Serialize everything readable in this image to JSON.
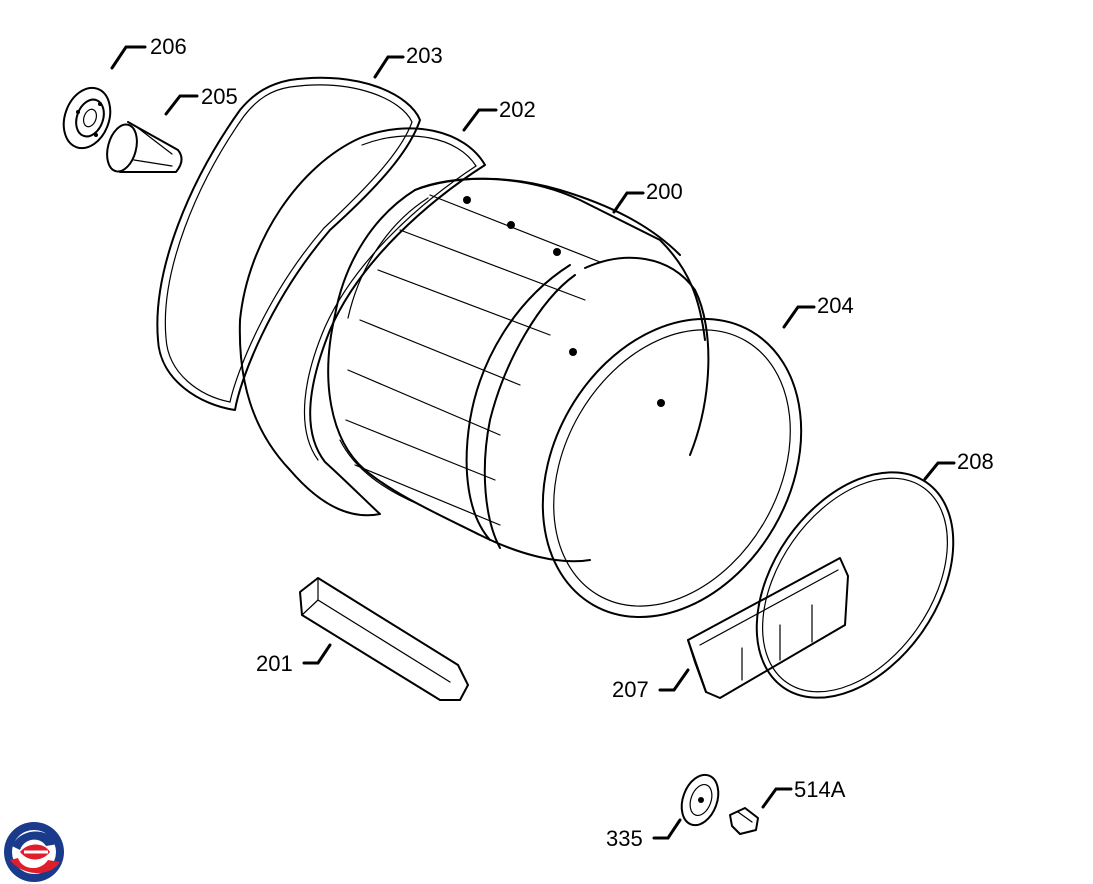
{
  "callouts": {
    "c206": "206",
    "c205": "205",
    "c203": "203",
    "c202": "202",
    "c200": "200",
    "c204": "204",
    "c208": "208",
    "c201": "201",
    "c207": "207",
    "c335": "335",
    "c514a": "514A"
  },
  "logo": {
    "icon": "brand-logo-icon",
    "colors": [
      "#1a3b8c",
      "#e01e2b"
    ]
  }
}
